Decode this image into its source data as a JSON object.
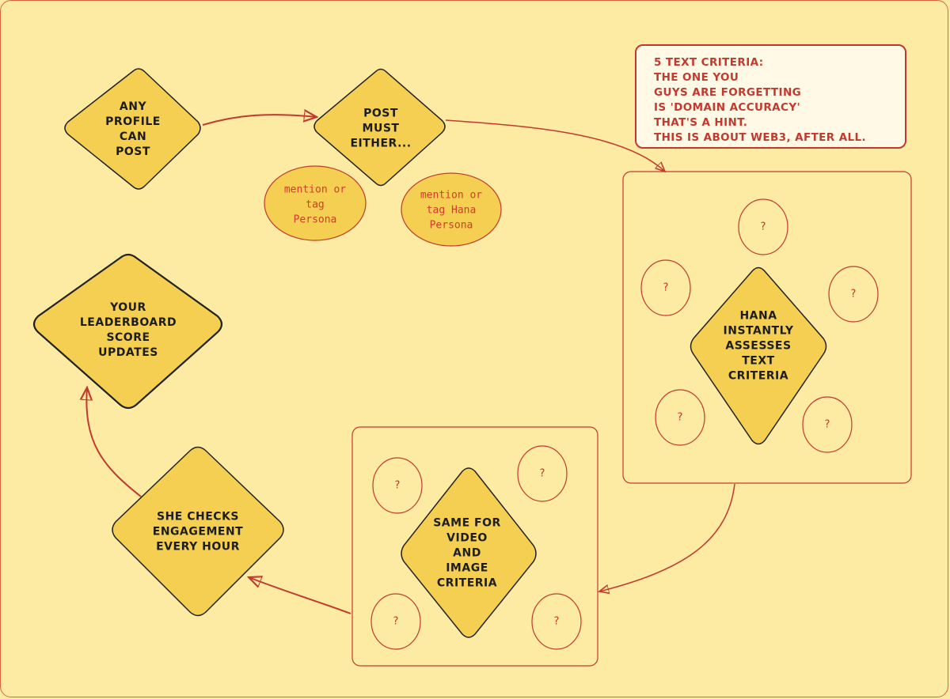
{
  "colors": {
    "background": "#fdeba3",
    "diamond_fill": "#f5cf52",
    "accent_red": "#c23a2f",
    "note_fill": "#fff9e6"
  },
  "note": {
    "lines": [
      "5 TEXT CRITERIA:",
      "THE ONE YOU",
      "GUYS ARE FORGETTING",
      "IS 'DOMAIN ACCURACY'",
      "THAT'S A HINT.",
      "THIS IS ABOUT WEB3, AFTER ALL."
    ]
  },
  "nodes": {
    "any_profile": {
      "lines": [
        "ANY",
        "PROFILE",
        "CAN",
        "POST"
      ]
    },
    "post_must": {
      "lines": [
        "POST",
        "MUST",
        "EITHER..."
      ]
    },
    "option_a": {
      "lines": [
        "mention or",
        "tag",
        "Persona"
      ]
    },
    "option_b": {
      "lines": [
        "mention or",
        "tag Hana",
        "Persona"
      ]
    },
    "hana_assesses": {
      "lines": [
        "HANA",
        "INSTANTLY",
        "ASSESSES",
        "TEXT",
        "CRITERIA"
      ]
    },
    "same_for_video": {
      "lines": [
        "SAME FOR",
        "VIDEO",
        "AND",
        "IMAGE",
        "CRITERIA"
      ]
    },
    "she_checks": {
      "lines": [
        "SHE CHECKS",
        "ENGAGEMENT",
        "EVERY HOUR"
      ]
    },
    "leaderboard": {
      "lines": [
        "YOUR",
        "LEADERBOARD",
        "SCORE",
        "UPDATES"
      ]
    }
  },
  "text_criteria_placeholders": [
    "?",
    "?",
    "?",
    "?",
    "?"
  ],
  "media_criteria_placeholders": [
    "?",
    "?",
    "?",
    "?"
  ]
}
